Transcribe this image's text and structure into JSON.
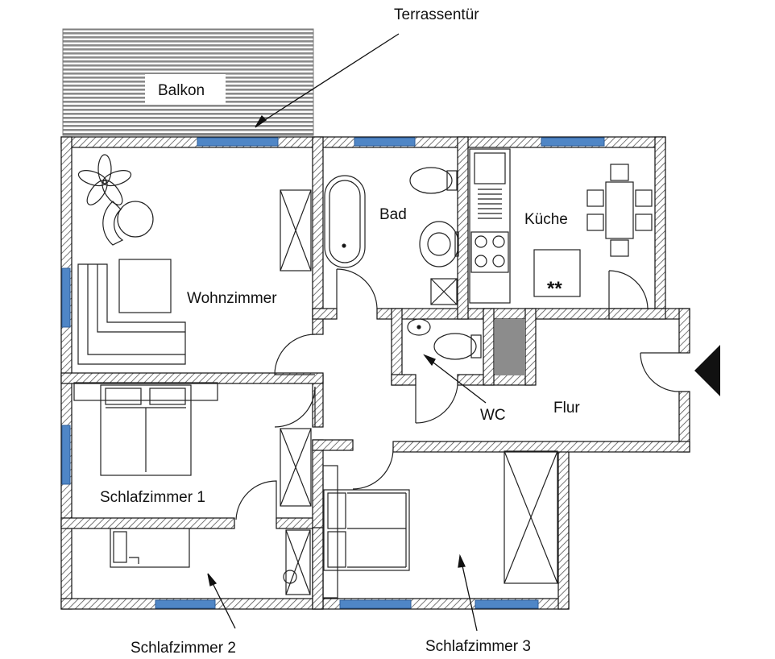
{
  "labels": {
    "terrassentuer": "Terrassentür",
    "balkon": "Balkon",
    "bad": "Bad",
    "kueche": "Küche",
    "kueche_mark": "**",
    "wohnzimmer": "Wohnzimmer",
    "wc": "WC",
    "flur": "Flur",
    "schlafzimmer1": "Schlafzimmer 1",
    "schlafzimmer2": "Schlafzimmer 2",
    "schlafzimmer3": "Schlafzimmer 3"
  },
  "colors": {
    "wall_hatch": "#555555",
    "window": "#4f86c6",
    "balcony_stripe": "#8a8a8a",
    "wc_block": "#8c8c8c",
    "line": "#111111"
  }
}
